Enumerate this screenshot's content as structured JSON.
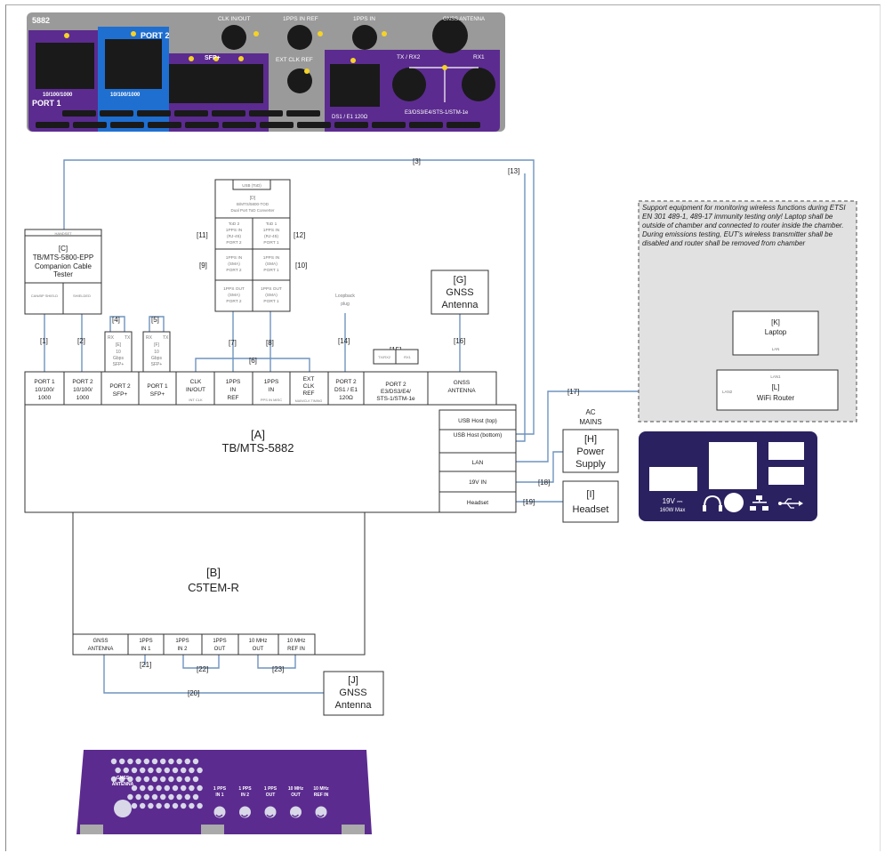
{
  "front_panel": {
    "model": "5882",
    "port1": "PORT 1",
    "port1_speed": "10/100/1000",
    "port2": "PORT 2",
    "port2_speed": "10/100/1000",
    "sfp": "SFP+",
    "clk_inout": "CLK IN/OUT",
    "pps_in_ref": "1PPS IN REF",
    "pps_in": "1PPS IN",
    "gnss_antenna": "GNSS ANTENNA",
    "ext_clk_ref": "EXT CLK REF",
    "ds1": "DS1 / E1 120Ω",
    "tx_rx2": "TX / RX2",
    "rx1": "RX1",
    "e3": "E3/DS3/E4/STS-1/STM-1e",
    "colors": {
      "purple": "#5b2b8f",
      "blue": "#1f6fd1",
      "grey": "#9a9a9a",
      "dark": "#1a1a1a",
      "yellow": "#f5d327"
    }
  },
  "cables": {
    "c1": "[1]",
    "c2": "[2]",
    "c3": "[3]",
    "c4": "[4]",
    "c5": "[5]",
    "c6": "[6]",
    "c7": "[7]",
    "c8": "[8]",
    "c9": "[9]",
    "c10": "[10]",
    "c11": "[11]",
    "c12": "[12]",
    "c13": "[13]",
    "c14": "[14]",
    "c15": "[15]",
    "c16": "[16]",
    "c17": "[17]",
    "c18": "[18]",
    "c19": "[19]",
    "c20": "[20]",
    "c21": "[21]",
    "c22": "[22]",
    "c23": "[23]"
  },
  "tester": {
    "top_port": "HANDSET",
    "id": "[C]",
    "name1": "TB/MTS-5800-EPP",
    "name2": "Companion Cable",
    "name3": "Tester",
    "port_a": "CAN/BP SHIELD",
    "port_b": "SHIELDED"
  },
  "sfp_module_e": {
    "rx": "RX",
    "tx": "TX",
    "id": "[E]",
    "l1": "10",
    "l2": "Gbps",
    "l3": "SFP+"
  },
  "sfp_module_f": {
    "rx": "RX",
    "tx": "TX",
    "id": "[F]",
    "l1": "10",
    "l2": "Gbps",
    "l3": "SFP+"
  },
  "converter": {
    "usb": "USB (ToD)",
    "id": "[D]",
    "name1": "B/MTS/5800-TOD",
    "name2": "Dual Port ToD Converter",
    "c1_l1": "ToD 2",
    "c1_l2": "1PPS IN",
    "c1_l3": "(RJ-45)",
    "c1_l4": "PORT 2",
    "c2_l1": "ToD 1",
    "c2_l2": "1PPS IN",
    "c2_l3": "(RJ-45)",
    "c2_l4": "PORT 1",
    "c3_l1": "1PPS IN",
    "c3_l2": "(SMA)",
    "c3_l3": "PORT 2",
    "c4_l1": "1PPS IN",
    "c4_l2": "(SMA)",
    "c4_l3": "PORT 1",
    "c5_l1": "1PPS OUT",
    "c5_l2": "(SMA)",
    "c5_l3": "PORT 2",
    "c6_l1": "1PPS OUT",
    "c6_l2": "(SMA)",
    "c6_l3": "PORT 1"
  },
  "loopback": {
    "l1": "Loopback",
    "l2": "plug"
  },
  "gnss_g": {
    "id": "[G]",
    "l1": "GNSS",
    "l2": "Antenna"
  },
  "support_note": "Support equipment for monitoring wireless functions during ETSI EN 301 489-1, 489-17 immunity testing only! Laptop shall be outside of chamber and connected to router inside the chamber. During emissions testing, EUT's wireless transmitter shall be disabled and router shall be removed from chamber",
  "laptop": {
    "id": "[K]",
    "name": "Laptop",
    "port": "LAN"
  },
  "router": {
    "id": "[L]",
    "name": "WiFi Router",
    "port_top": "LAN1",
    "port_left": "LAN2"
  },
  "main_unit": {
    "id": "[A]",
    "name": "TB/MTS-5882",
    "ports": [
      {
        "l1": "PORT 1",
        "l2": "10/100/",
        "l3": "1000",
        "sub": ""
      },
      {
        "l1": "PORT 2",
        "l2": "10/100/",
        "l3": "1000",
        "sub": ""
      },
      {
        "l1": "PORT 2",
        "l2": "SFP+",
        "l3": "",
        "sub": ""
      },
      {
        "l1": "PORT 1",
        "l2": "SFP+",
        "l3": "",
        "sub": ""
      },
      {
        "l1": "CLK",
        "l2": "IN/OUT",
        "l3": "",
        "sub": "INT CLK"
      },
      {
        "l1": "1PPS",
        "l2": "IN",
        "l3": "REF",
        "sub": ""
      },
      {
        "l1": "1PPS",
        "l2": "IN",
        "l3": "",
        "sub": "PPS IN MISC"
      },
      {
        "l1": "EXT",
        "l2": "CLK",
        "l3": "REF",
        "sub": "MAIN/CLK TIMING"
      },
      {
        "l1": "PORT 2",
        "l2": "DS1 / E1",
        "l3": "120Ω",
        "sub": ""
      },
      {
        "l1": "PORT 2",
        "l2": "E3/DS3/E4/",
        "l3": "STS-1/STM-1e",
        "sub": ""
      },
      {
        "l1": "GNSS",
        "l2": "ANTENNA",
        "l3": "",
        "sub": ""
      }
    ],
    "e3_tx": "TX/RX2",
    "e3_rx": "RX1",
    "side_ports": [
      "USB Host (top)",
      "USB Host (bottom)",
      "LAN",
      "19V IN",
      "Headset"
    ]
  },
  "ac_mains": {
    "l1": "AC",
    "l2": "MAINS"
  },
  "power_supply": {
    "id": "[H]",
    "l1": "Power",
    "l2": "Supply"
  },
  "headset": {
    "id": "[I]",
    "name": "Headset"
  },
  "side_panel": {
    "power_l1": "19V ⎓",
    "power_l2": "160W Max"
  },
  "c5tem": {
    "id": "[B]",
    "name": "C5TEM-R",
    "ports": [
      {
        "l1": "GNSS",
        "l2": "ANTENNA"
      },
      {
        "l1": "1PPS",
        "l2": "IN 1"
      },
      {
        "l1": "1PPS",
        "l2": "IN 2"
      },
      {
        "l1": "1PPS",
        "l2": "OUT"
      },
      {
        "l1": "10 MHz",
        "l2": "OUT"
      },
      {
        "l1": "10 MHz",
        "l2": "REF IN"
      }
    ]
  },
  "gnss_j": {
    "id": "[J]",
    "l1": "GNSS",
    "l2": "Antenna"
  },
  "bottom_panel": {
    "gnss": [
      "GNSS",
      "ANTENNA"
    ],
    "ports": [
      [
        "1 PPS",
        "IN 1"
      ],
      [
        "1 PPS",
        "IN 2"
      ],
      [
        "1 PPS",
        "OUT"
      ],
      [
        "10 MHz",
        "OUT"
      ],
      [
        "10 MHz",
        "REF IN"
      ]
    ],
    "color": "#5b2b8f"
  }
}
